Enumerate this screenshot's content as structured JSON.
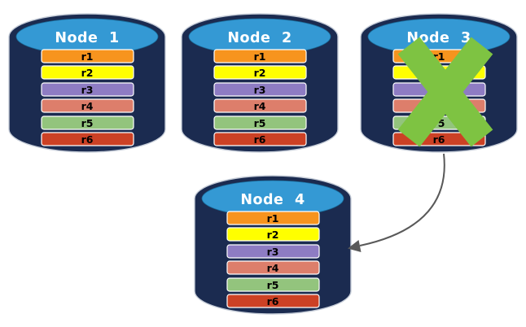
{
  "nodes": [
    {
      "title": "Node 1"
    },
    {
      "title": "Node 2"
    },
    {
      "title": "Node 3"
    },
    {
      "title": "Node 4"
    }
  ],
  "records": [
    {
      "label": "r1",
      "color": "#F7941E"
    },
    {
      "label": "r2",
      "color": "#FFFF00"
    },
    {
      "label": "r3",
      "color": "#8E7CC3"
    },
    {
      "label": "r4",
      "color": "#DD7E6B"
    },
    {
      "label": "r5",
      "color": "#93C47D"
    },
    {
      "label": "r6",
      "color": "#CC4125"
    }
  ],
  "failure": {
    "node": "Node 3",
    "icon": "x-cross",
    "color": "#7EC342"
  },
  "arrow": {
    "source": "Node 3",
    "target": "Node 4",
    "color": "#595959"
  },
  "colors": {
    "cylinder_body": "#1B2B50",
    "cylinder_top": "#3499D4",
    "node_title_text": "#FFFFFF",
    "record_text": "#000000",
    "record_border": "#FFFFFF",
    "background": "#FFFFFF"
  }
}
